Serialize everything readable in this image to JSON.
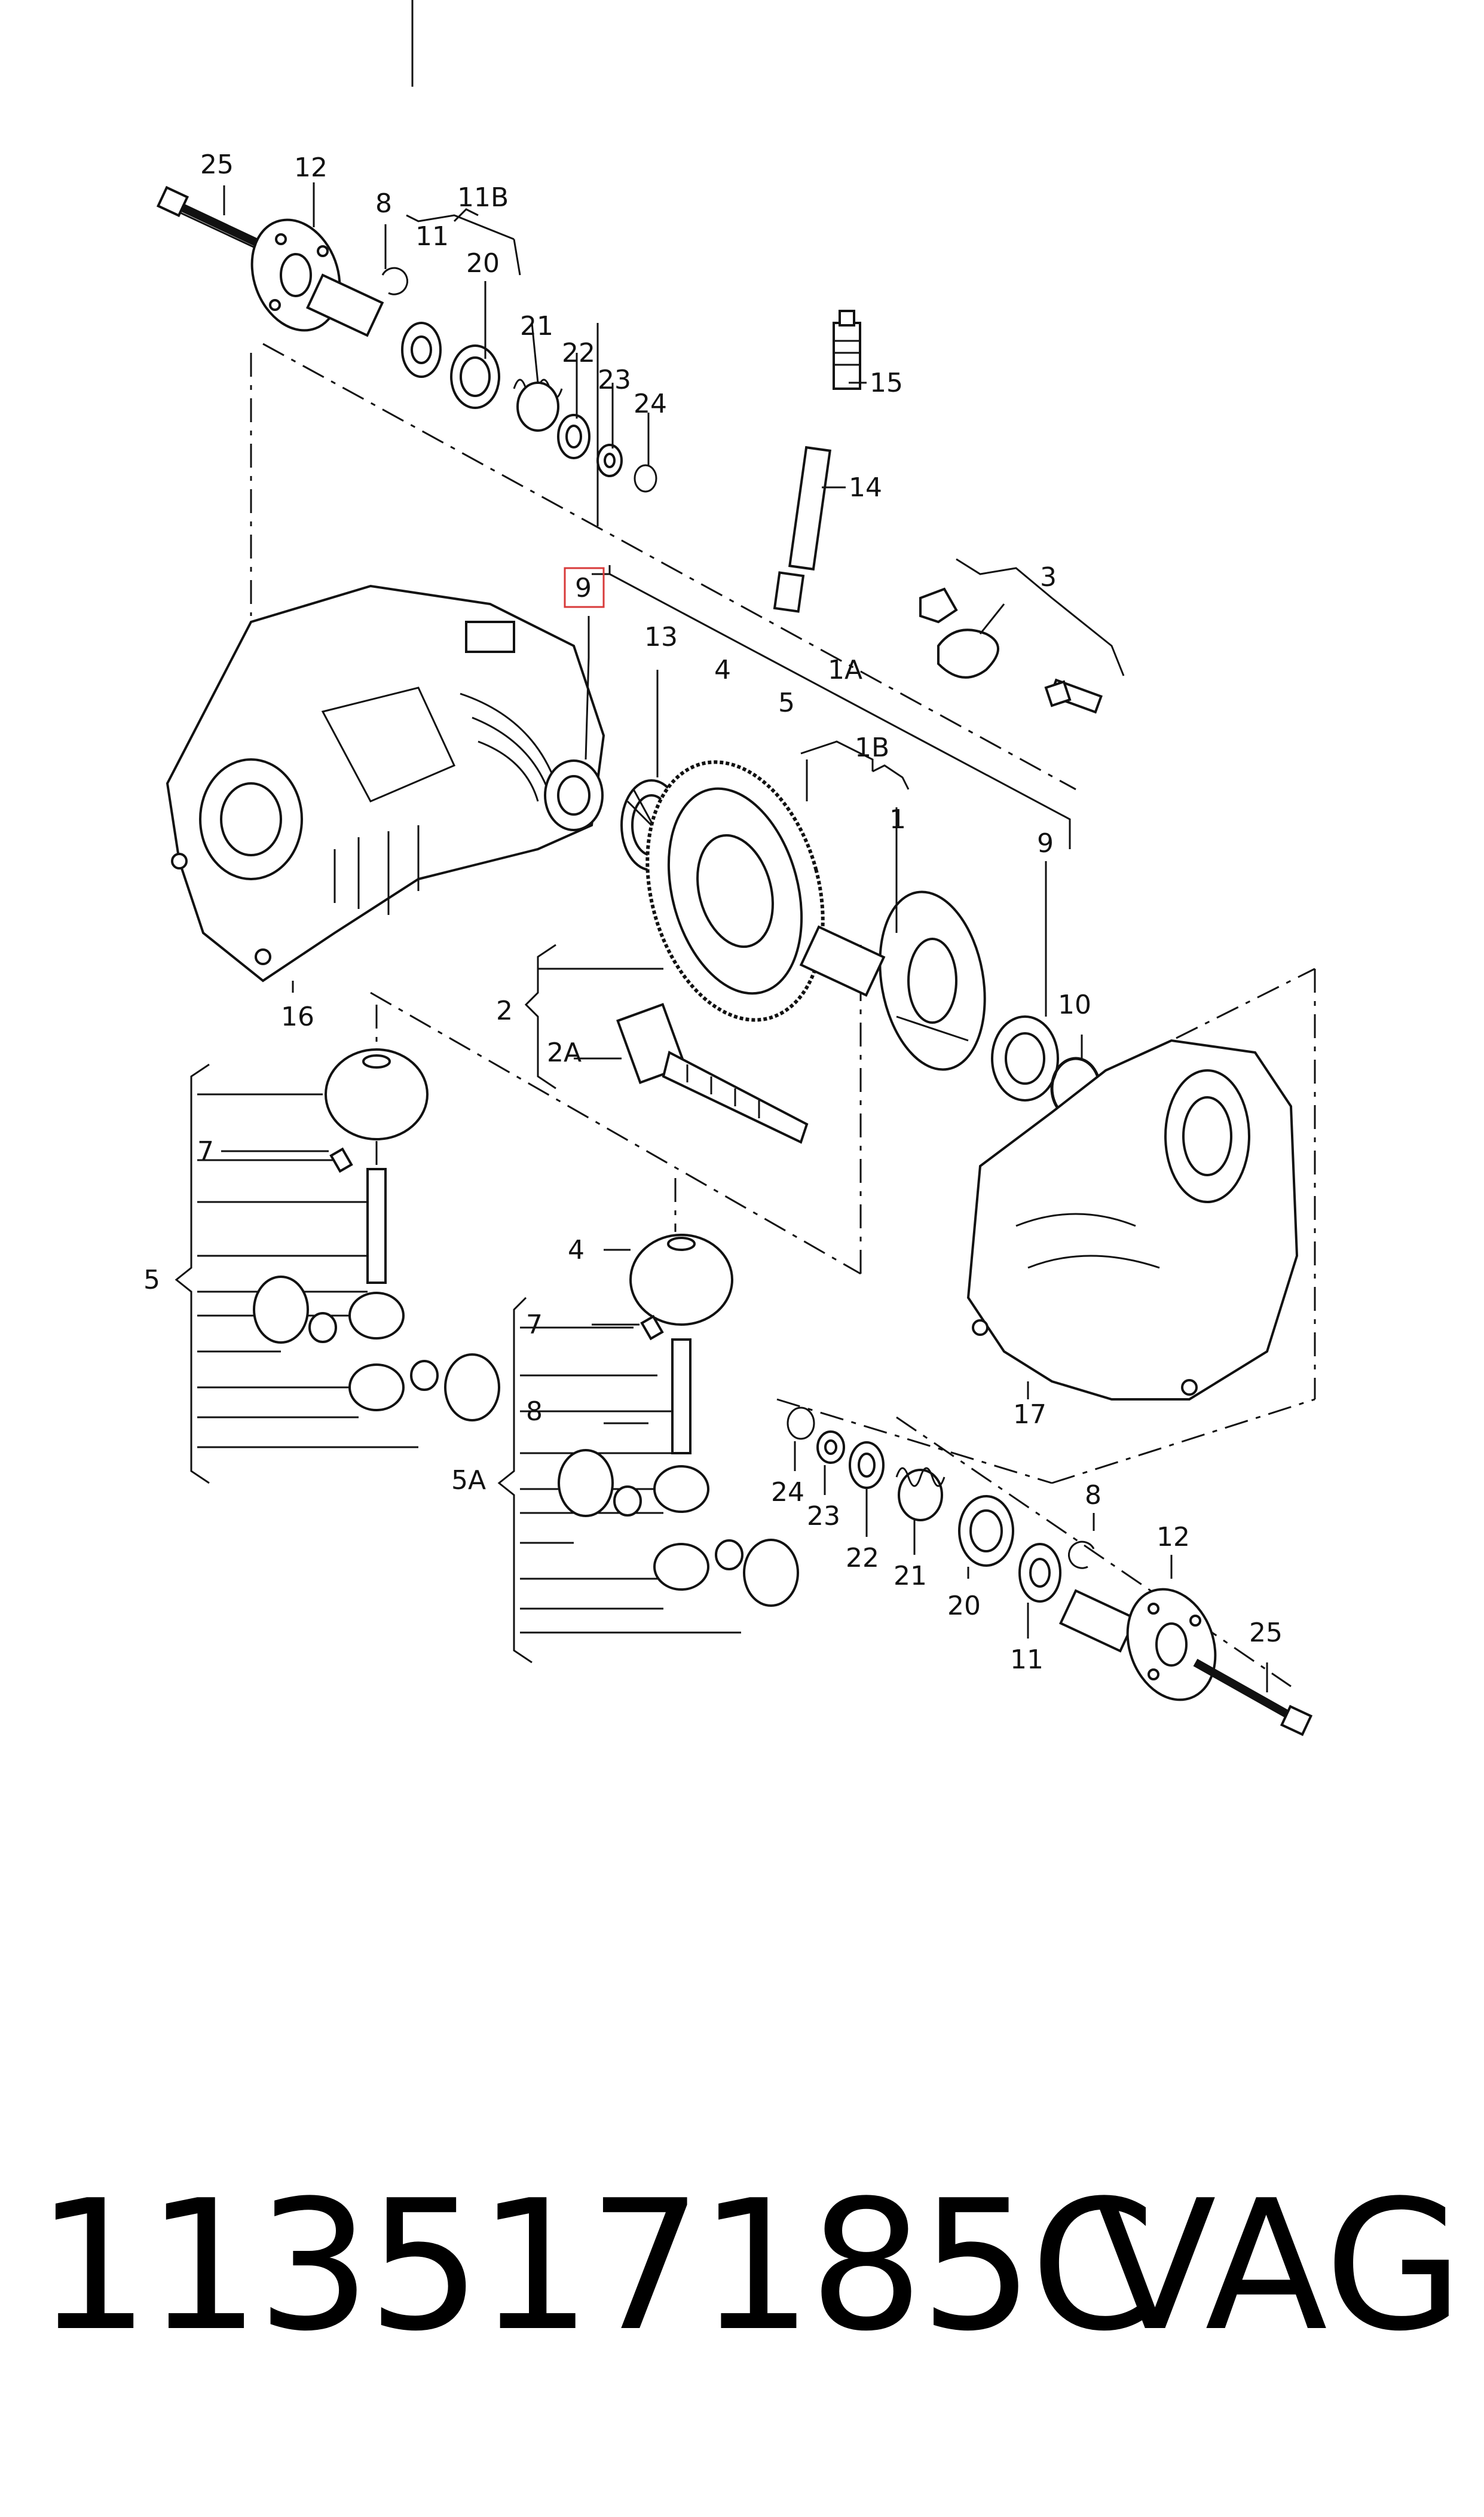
{
  "footer": {
    "part_number": "113517185C",
    "brand": "VAG"
  },
  "highlight_color": "#d83a3a",
  "callouts": {
    "c25a": "25",
    "c12a": "12",
    "c8a": "8",
    "c11Ba": "11B",
    "c11a": "11",
    "c20a": "20",
    "c21a": "21",
    "c22a": "22",
    "c23a": "23",
    "c24a": "24",
    "c15": "15",
    "c14": "14",
    "c3": "3",
    "c9hl": "9",
    "c13": "13",
    "c4a": "4",
    "c1A": "1A",
    "c5a": "5",
    "c1B": "1B",
    "c1": "1",
    "c9b": "9",
    "c10": "10",
    "c2": "2",
    "c2A": "2A",
    "c16": "16",
    "c7a": "7",
    "c5b": "5",
    "c4b": "4",
    "c7b": "7",
    "c8b": "8",
    "c5A": "5A",
    "c17": "17",
    "c24b": "24",
    "c23b": "23",
    "c22b": "22",
    "c21b": "21",
    "c20b": "20",
    "c11b": "11",
    "c8c": "8",
    "c12b": "12",
    "c25b": "25"
  }
}
